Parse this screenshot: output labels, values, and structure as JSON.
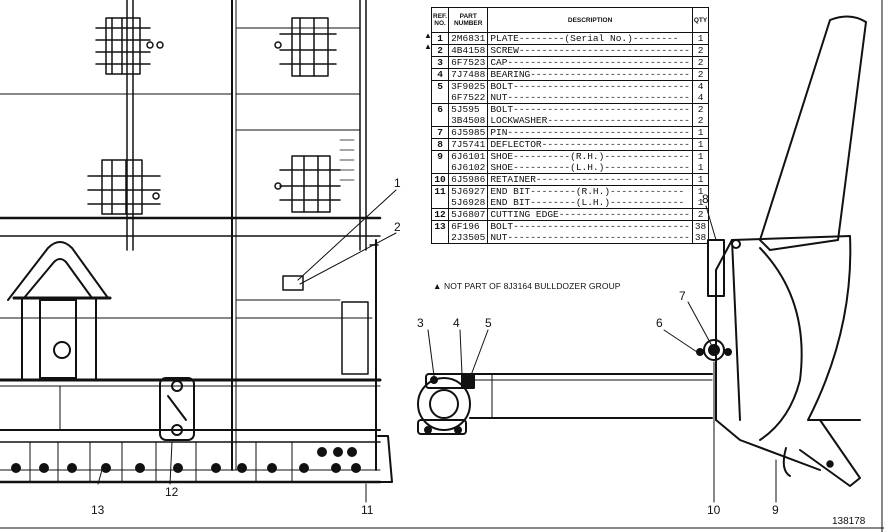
{
  "table": {
    "headers": {
      "ref": "REF. NO.",
      "part": "PART NUMBER",
      "desc": "DESCRIPTION",
      "qty": "QTY"
    },
    "rows": [
      {
        "ref": "1",
        "part": "2M6831",
        "desc": "PLATE--------(Serial No.)--------",
        "qty": "1",
        "mark": "▲"
      },
      {
        "ref": "2",
        "part": "4B4158",
        "desc": "SCREW------------------------------",
        "qty": "2",
        "mark": "▲"
      },
      {
        "ref": "3",
        "part": "6F7523",
        "desc": "CAP--------------------------------",
        "qty": "2",
        "mark": ""
      },
      {
        "ref": "4",
        "part": "7J7488",
        "desc": "BEARING----------------------------",
        "qty": "2",
        "mark": ""
      },
      {
        "ref": "5",
        "part": "3F9025",
        "desc": "BOLT-------------------------------",
        "qty": "4",
        "mark": ""
      },
      {
        "ref": "",
        "part": "6F7522",
        "desc": "NUT--------------------------------",
        "qty": "4",
        "mark": ""
      },
      {
        "ref": "6",
        "part": "5J595",
        "desc": "BOLT-------------------------------",
        "qty": "2",
        "mark": ""
      },
      {
        "ref": "",
        "part": "3B4508",
        "desc": "LOCKWASHER-------------------------",
        "qty": "2",
        "mark": ""
      },
      {
        "ref": "7",
        "part": "6J5985",
        "desc": "PIN--------------------------------",
        "qty": "1",
        "mark": ""
      },
      {
        "ref": "8",
        "part": "7J5741",
        "desc": "DEFLECTOR--------------------------",
        "qty": "1",
        "mark": ""
      },
      {
        "ref": "9",
        "part": "6J6101",
        "desc": "SHOE----------(R.H.)---------------",
        "qty": "1",
        "mark": ""
      },
      {
        "ref": "",
        "part": "6J6102",
        "desc": "SHOE----------(L.H.)---------------",
        "qty": "1",
        "mark": ""
      },
      {
        "ref": "10",
        "part": "6J5986",
        "desc": "RETAINER---------------------------",
        "qty": "1",
        "mark": ""
      },
      {
        "ref": "11",
        "part": "5J6927",
        "desc": "END BIT--------(R.H.)-------------",
        "qty": "1",
        "mark": ""
      },
      {
        "ref": "",
        "part": "5J6928",
        "desc": "END BIT--------(L.H.)-------------",
        "qty": "1",
        "mark": ""
      },
      {
        "ref": "12",
        "part": "5J6807",
        "desc": "CUTTING EDGE-----------------------",
        "qty": "2",
        "mark": ""
      },
      {
        "ref": "13",
        "part": "6F196",
        "desc": "BOLT-------------------------------",
        "qty": "38",
        "mark": ""
      },
      {
        "ref": "",
        "part": "2J3505",
        "desc": "NUT--------------------------------",
        "qty": "38",
        "mark": ""
      }
    ],
    "group_starts": [
      0,
      1,
      2,
      3,
      4,
      6,
      8,
      9,
      10,
      12,
      13,
      15,
      16
    ]
  },
  "footnote": "▲ NOT PART OF 8J3164 BULLDOZER GROUP",
  "callouts": [
    "1",
    "2",
    "3",
    "4",
    "5",
    "6",
    "7",
    "8",
    "9",
    "10",
    "11",
    "12",
    "13"
  ],
  "figure_id": "138178"
}
